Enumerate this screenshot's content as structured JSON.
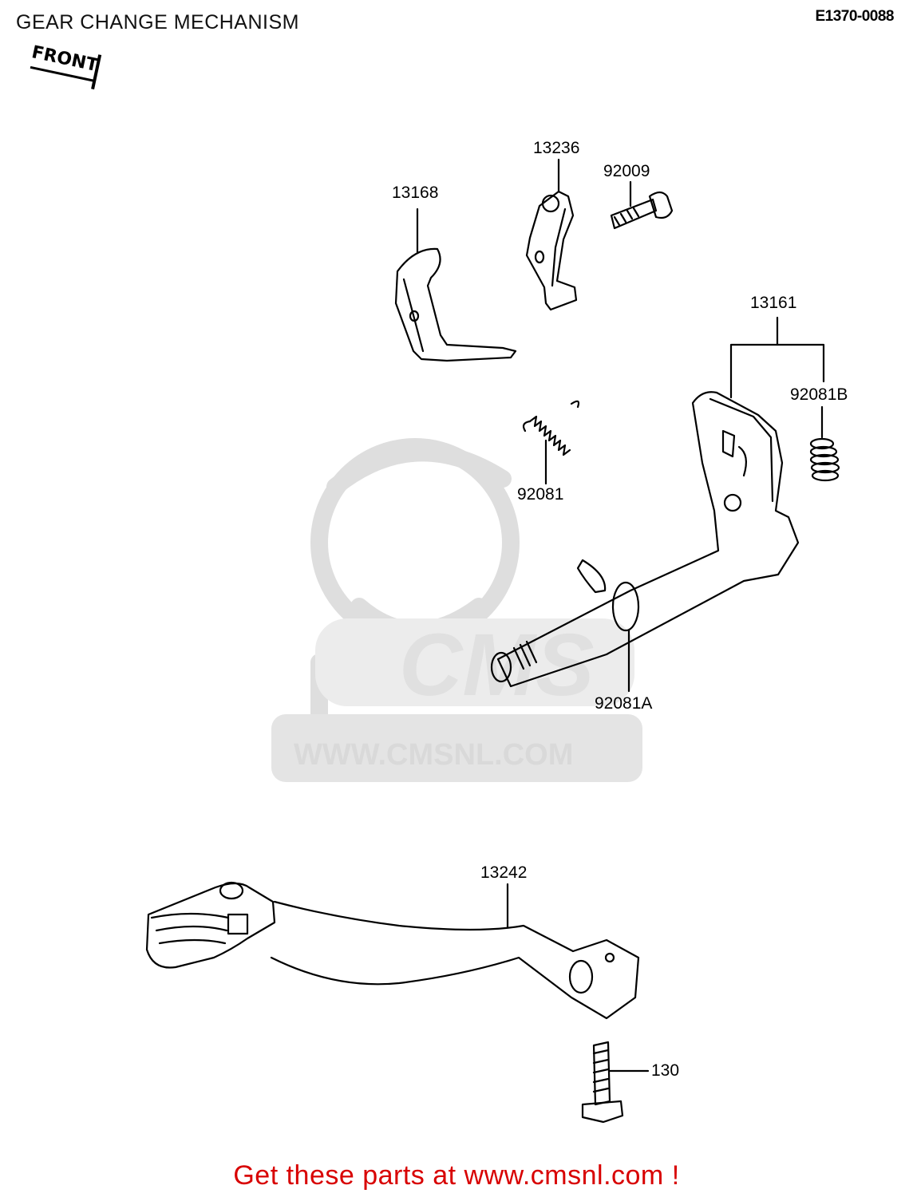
{
  "header": {
    "title": "GEAR CHANGE MECHANISM",
    "code": "E1370-0088"
  },
  "front_tag": {
    "text": "FRONT"
  },
  "parts": [
    {
      "id": "13236",
      "label": "13236"
    },
    {
      "id": "92009",
      "label": "92009"
    },
    {
      "id": "13168",
      "label": "13168"
    },
    {
      "id": "13161",
      "label": "13161"
    },
    {
      "id": "92081B",
      "label": "92081B"
    },
    {
      "id": "92081",
      "label": "92081"
    },
    {
      "id": "92081A",
      "label": "92081A"
    },
    {
      "id": "13242",
      "label": "13242"
    },
    {
      "id": "130",
      "label": "130"
    }
  ],
  "watermark": {
    "brand": "CMS",
    "url": "WWW.CMSNL.COM"
  },
  "footer": {
    "text": "Get these parts at www.cmsnl.com !"
  },
  "colors": {
    "footer_text": "#d80000",
    "watermark": "#dcdcdc",
    "line": "#000000"
  }
}
